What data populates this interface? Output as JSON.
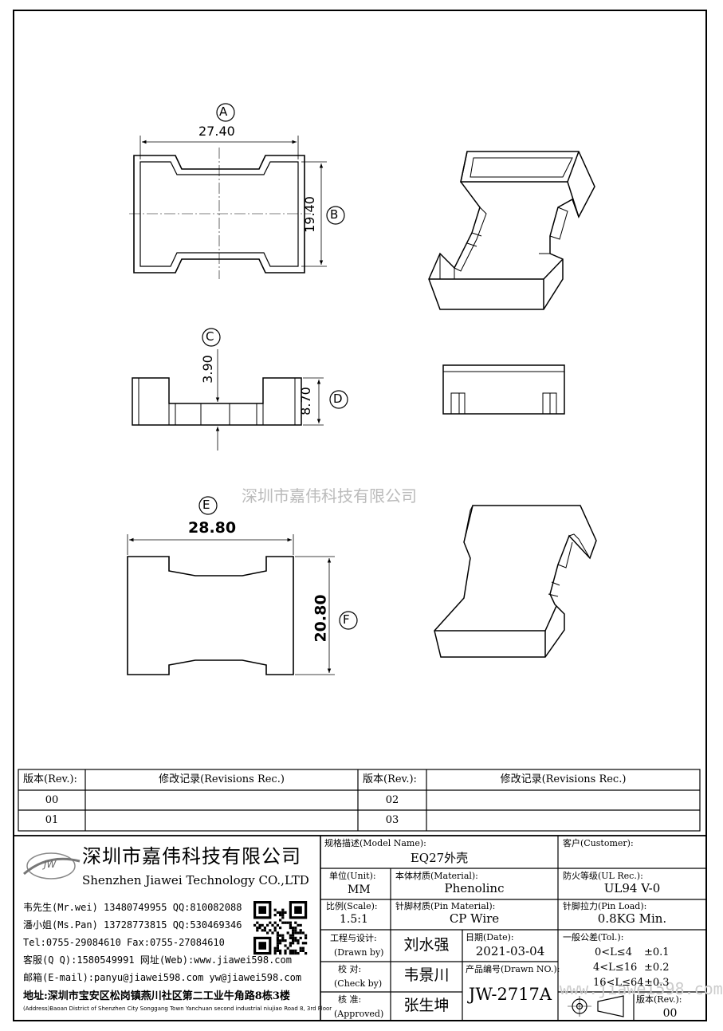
{
  "drawing": {
    "top_view": {
      "label": "A",
      "width_dim": "27.40",
      "height_label": "B",
      "height_dim": "19.40"
    },
    "side_view": {
      "depth_label": "C",
      "depth_dim": "3.90",
      "height_label": "D",
      "height_dim": "8.70"
    },
    "bottom_view": {
      "label": "E",
      "width_dim": "28.80",
      "height_label": "F",
      "height_dim": "20.80"
    },
    "watermark": "深圳市嘉伟科技有限公司",
    "watermark_url": "www.jiawei598.com"
  },
  "revisions": {
    "header_rev": "版本(Rev.):",
    "header_rec": "修改记录(Revisions Rec.)",
    "rows": [
      {
        "left": "00",
        "right": "02"
      },
      {
        "left": "01",
        "right": "03"
      }
    ]
  },
  "company": {
    "logo_text": "JW",
    "name_cn": "深圳市嘉伟科技有限公司",
    "name_en": "Shenzhen Jiawei Technology CO.,LTD",
    "contacts": [
      "韦先生(Mr.wei) 13480749955 QQ:810082088",
      "潘小姐(Ms.Pan) 13728773815 QQ:530469346",
      "Tel:0755-29084610      Fax:0755-27084610",
      "客服(Q Q):1580549991   网址(Web):www.jiawei598.com",
      "邮箱(E-mail):panyu@jiawei598.com  yw@jiawei598.com"
    ],
    "address_cn": "地址:深圳市宝安区松岗镇燕川社区第二工业牛角路8栋3楼",
    "address_en": "(Address)Baoan District of Shenzhen City Songgang Town Yanchuan  second industrial niujiao Road 8, 3rd Floor"
  },
  "title_block": {
    "model_label": "规格描述(Model Name):",
    "model_value": "EQ27外壳",
    "customer_label": "客户(Customer):",
    "customer_value": "",
    "unit_label": "单位(Unit):",
    "unit_value": "MM",
    "material_label": "本体材质(Material):",
    "material_value": "Phenolinc",
    "ul_label": "防火等级(UL Rec.):",
    "ul_value": "UL94 V-0",
    "scale_label": "比例(Scale):",
    "scale_value": "1.5:1",
    "pin_material_label": "针脚材质(Pin Material):",
    "pin_material_value": "CP Wire",
    "pin_load_label": "针脚拉力(Pin Load):",
    "pin_load_value": "0.8KG Min.",
    "drawn_label_cn": "工程与设计:",
    "drawn_label_en": "(Drawn by)",
    "drawn_value": "刘水强",
    "date_label": "日期(Date):",
    "date_value": "2021-03-04",
    "check_label_cn": "校  对:",
    "check_label_en": "(Check by)",
    "check_value": "韦景川",
    "drawn_no_label": "产品编号(Drawn NO.):",
    "drawn_no_value": "JW-2717A",
    "approved_label_cn": "核  准:",
    "approved_label_en": "(Approved)",
    "approved_value": "张生坤",
    "tol_label": "一般公差(Tol.):",
    "tol_rows": [
      {
        "range": "0<L≤4",
        "value": "±0.1"
      },
      {
        "range": "4<L≤16",
        "value": "±0.2"
      },
      {
        "range": "16<L≤64",
        "value": "±0.3"
      }
    ],
    "rev_label": "版本(Rev.):",
    "rev_value": "00"
  }
}
